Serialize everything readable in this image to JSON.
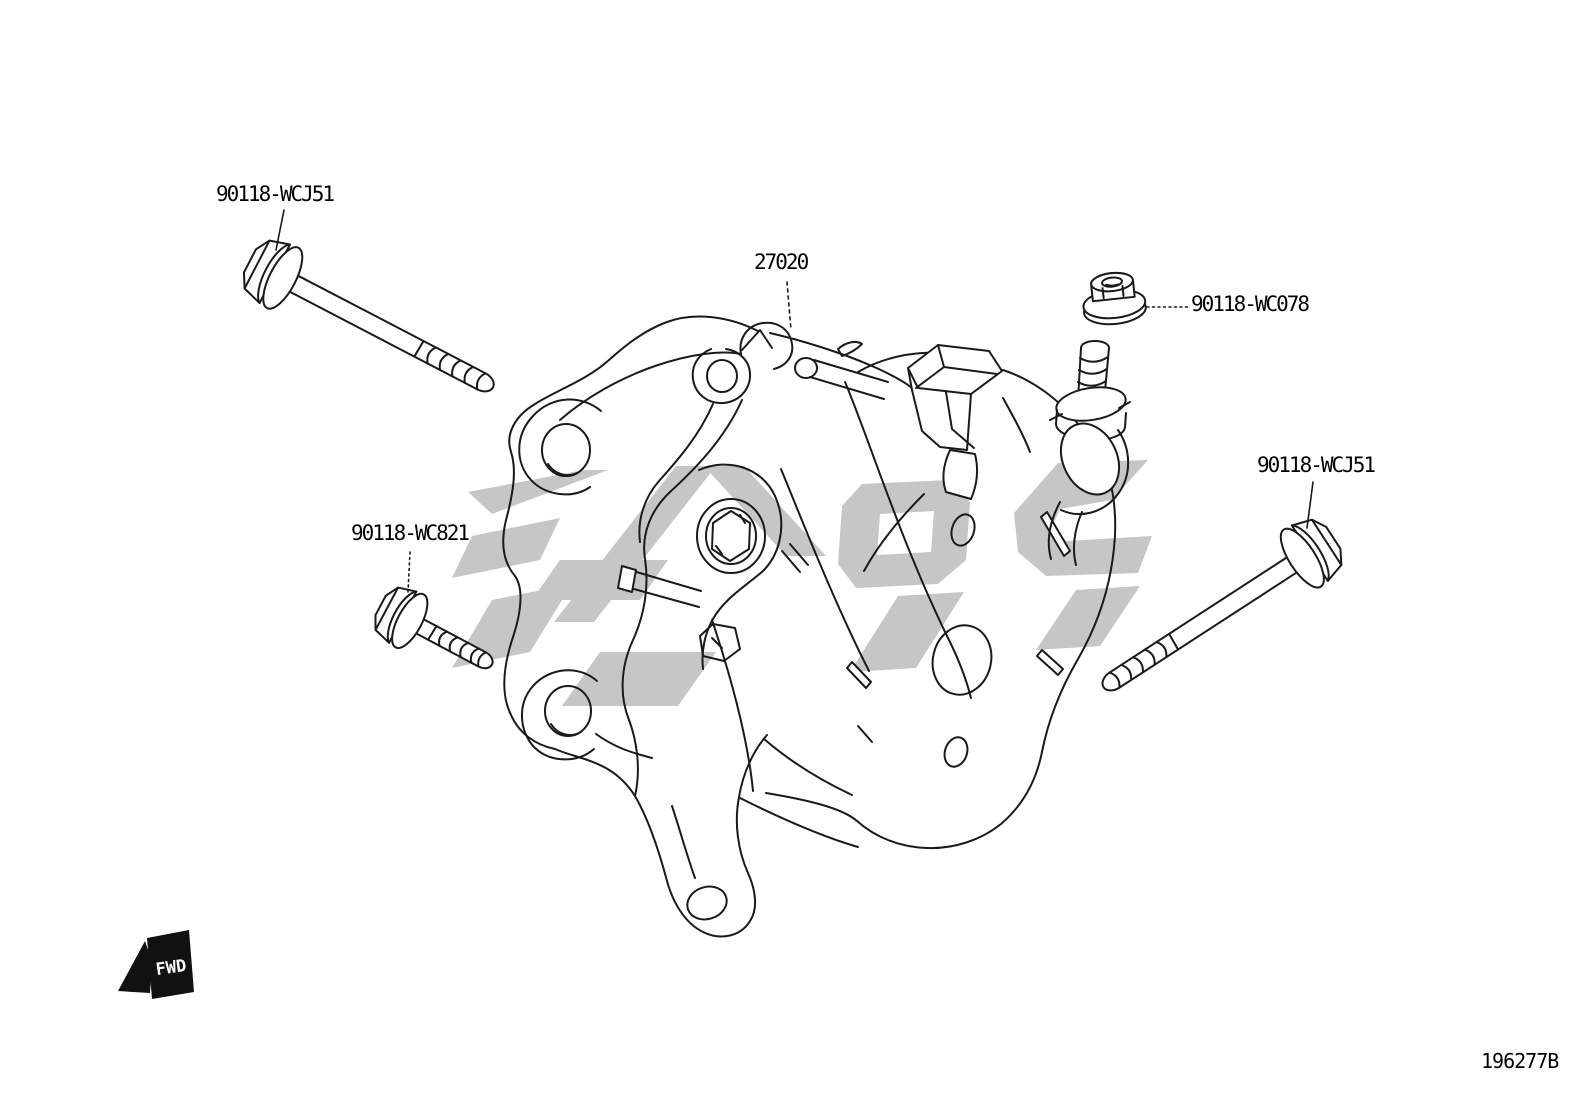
{
  "diagram": {
    "type": "parts-diagram",
    "figure_code": "196277B",
    "orientation_flag": "FWD",
    "colors": {
      "line": "#1a1a1a",
      "watermark": "#c6c6c6",
      "background": "#ffffff",
      "label_text": "#000000"
    },
    "labels": [
      {
        "id": "bolt-upper-left",
        "part_number": "90118-WCJ51"
      },
      {
        "id": "alternator-assembly",
        "part_number": "27020"
      },
      {
        "id": "flange-nut",
        "part_number": "90118-WC078"
      },
      {
        "id": "bolt-right",
        "part_number": "90118-WCJ51"
      },
      {
        "id": "bolt-lower-left",
        "part_number": "90118-WC821"
      }
    ]
  }
}
